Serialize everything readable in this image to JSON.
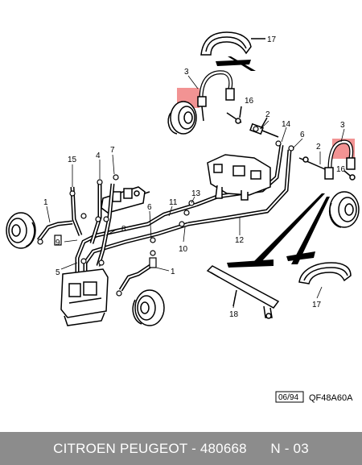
{
  "callouts": {
    "c17_top": "17",
    "c3_left": "3",
    "c16_top": "16",
    "c2_top": "2",
    "c14": "14",
    "c6_right": "6",
    "c3_right": "3",
    "c2_right": "2",
    "c16_right": "16",
    "c15": "15",
    "c4": "4",
    "c7": "7",
    "c1_left": "1",
    "c9": "9",
    "c8": "8",
    "c5": "5",
    "c11": "11",
    "c13": "13",
    "c6_mid": "6",
    "c10": "10",
    "c12": "12",
    "c1_right": "1",
    "c18": "18",
    "c17_bottom": "17"
  },
  "reference": {
    "date": "06/94",
    "code": "QF48A60A"
  },
  "footer": {
    "brand": "CITROEN PEUGEOT - 480668",
    "page": "N - 03"
  },
  "colors": {
    "highlight": "#f08080",
    "footer_bg": "#8c8c8c",
    "line": "#000000"
  }
}
